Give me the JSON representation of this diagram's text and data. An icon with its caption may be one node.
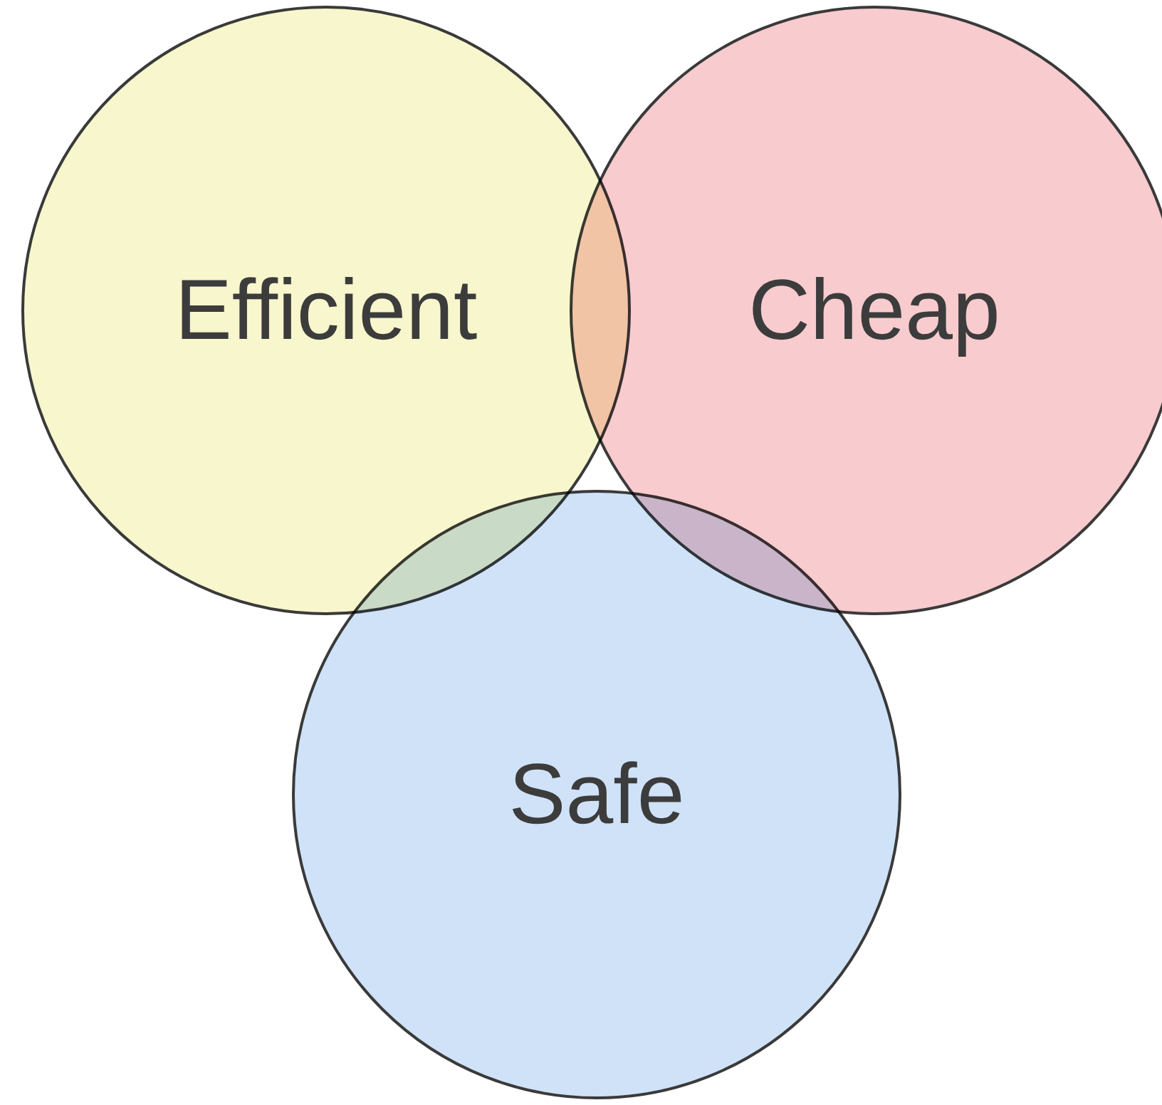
{
  "diagram": {
    "nodes": [
      {
        "text": [
          "Efficient"
        ]
      },
      {
        "text": [
          "Cheap"
        ]
      },
      {
        "text": [
          "Safe"
        ]
      }
    ]
  }
}
